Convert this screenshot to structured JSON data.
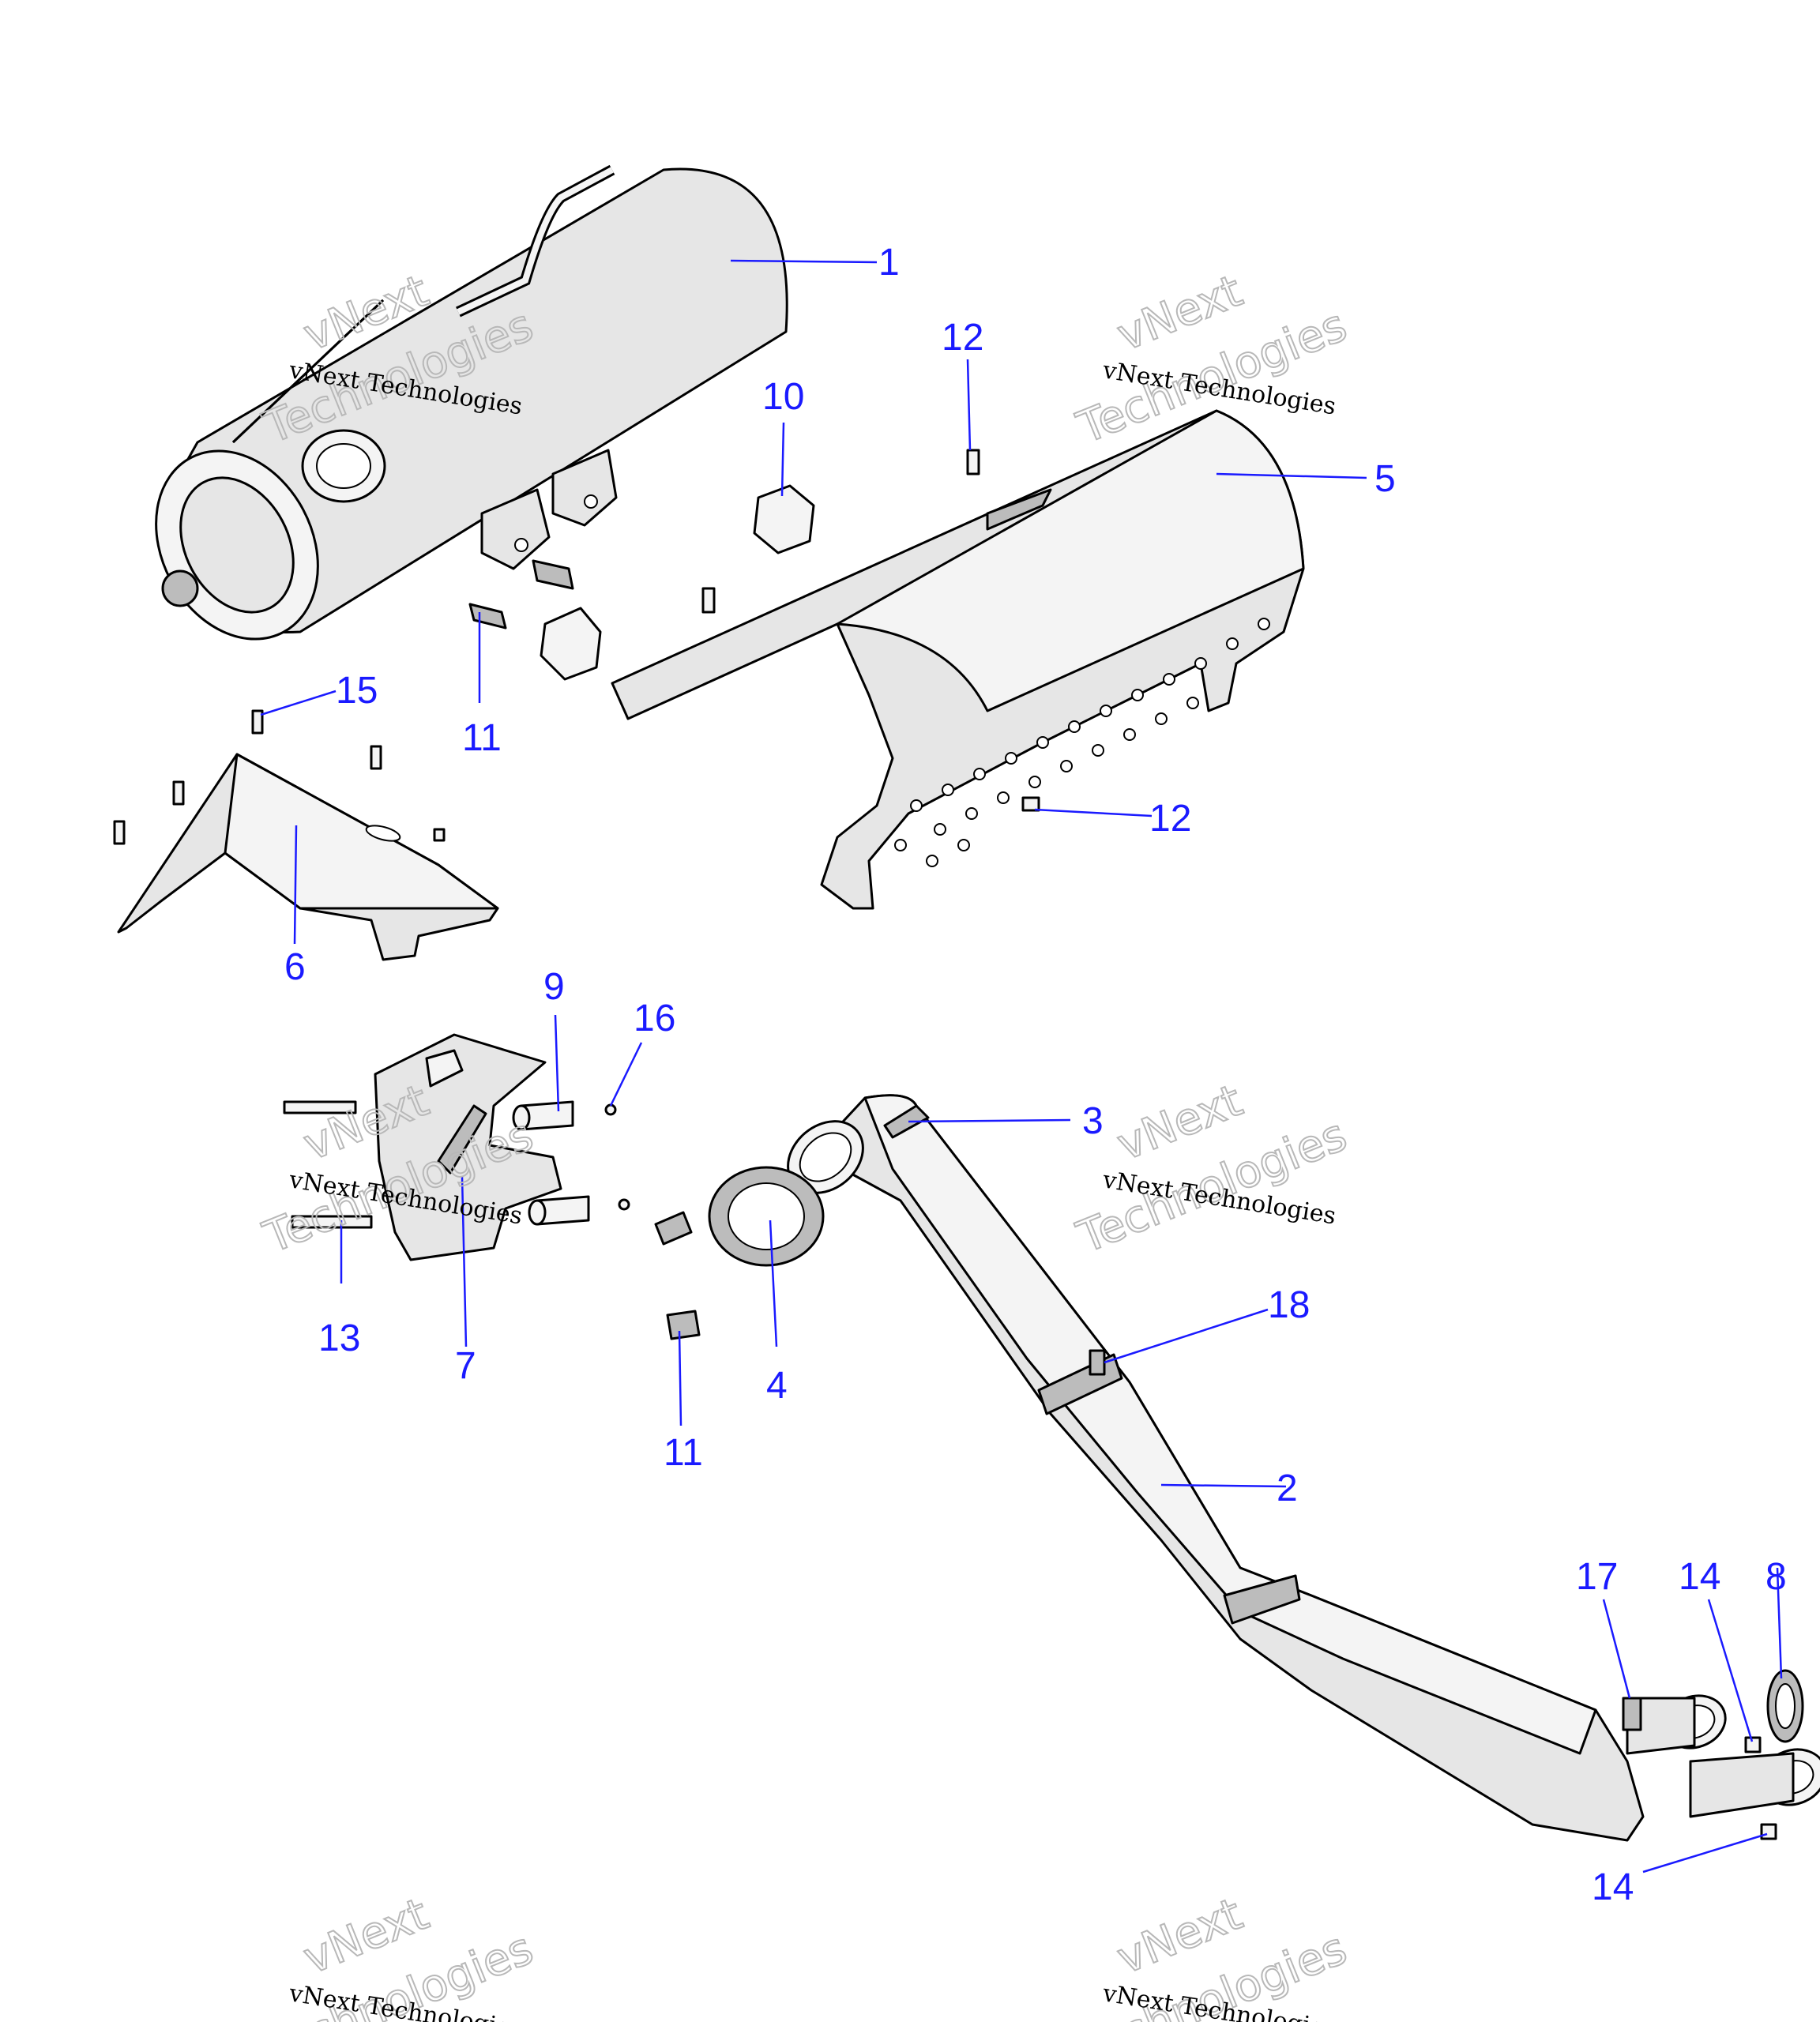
{
  "callouts": [
    {
      "id": "callout-1",
      "label": "1"
    },
    {
      "id": "callout-2",
      "label": "2"
    },
    {
      "id": "callout-3",
      "label": "3"
    },
    {
      "id": "callout-4",
      "label": "4"
    },
    {
      "id": "callout-5",
      "label": "5"
    },
    {
      "id": "callout-6",
      "label": "6"
    },
    {
      "id": "callout-7",
      "label": "7"
    },
    {
      "id": "callout-8",
      "label": "8"
    },
    {
      "id": "callout-9",
      "label": "9"
    },
    {
      "id": "callout-10",
      "label": "10"
    },
    {
      "id": "callout-11a",
      "label": "11"
    },
    {
      "id": "callout-11b",
      "label": "11"
    },
    {
      "id": "callout-12a",
      "label": "12"
    },
    {
      "id": "callout-12b",
      "label": "12"
    },
    {
      "id": "callout-13",
      "label": "13"
    },
    {
      "id": "callout-14a",
      "label": "14"
    },
    {
      "id": "callout-14b",
      "label": "14"
    },
    {
      "id": "callout-15",
      "label": "15"
    },
    {
      "id": "callout-16",
      "label": "16"
    },
    {
      "id": "callout-17",
      "label": "17"
    },
    {
      "id": "callout-18",
      "label": "18"
    }
  ],
  "watermark": {
    "line1": "vNext Technologies",
    "big_line1": "vNext",
    "big_line2": "Technologies"
  },
  "colors": {
    "callout": "#1a1aff",
    "line_art": "#000000",
    "watermark": "#b8b8b8"
  }
}
